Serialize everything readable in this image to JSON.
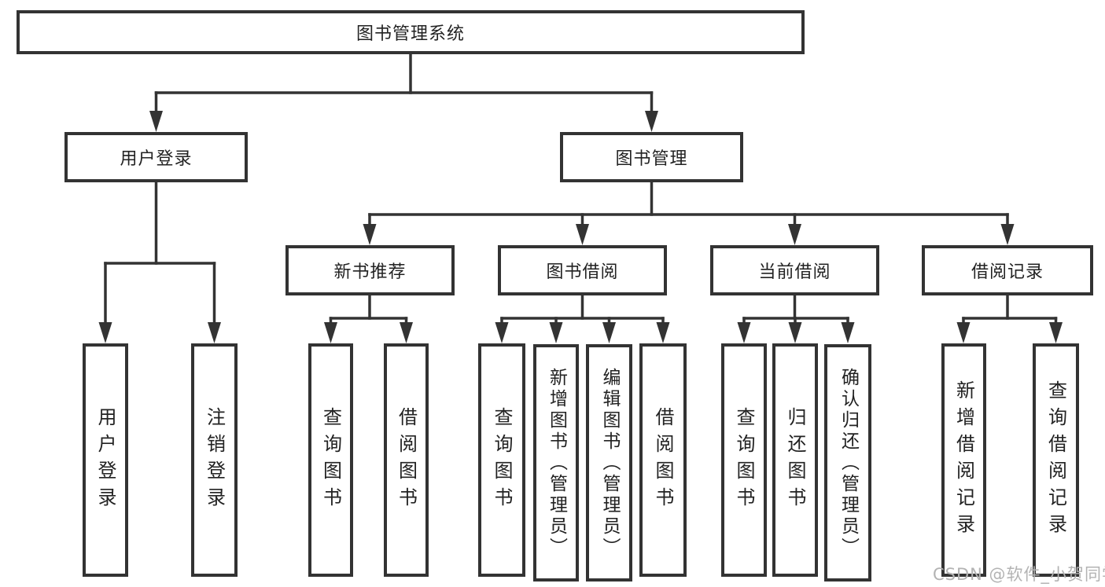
{
  "tree": {
    "root": "图书管理系统",
    "children": [
      {
        "label": "用户登录",
        "children": [
          {
            "label": "用户登录"
          },
          {
            "label": "注销登录"
          }
        ]
      },
      {
        "label": "图书管理",
        "children": [
          {
            "label": "新书推荐",
            "children": [
              {
                "label": "查询图书"
              },
              {
                "label": "借阅图书"
              }
            ]
          },
          {
            "label": "图书借阅",
            "children": [
              {
                "label": "查询图书"
              },
              {
                "label": "新增图书（管理员）"
              },
              {
                "label": "编辑图书（管理员）"
              },
              {
                "label": "借阅图书"
              }
            ]
          },
          {
            "label": "当前借阅",
            "children": [
              {
                "label": "查询图书"
              },
              {
                "label": "归还图书"
              },
              {
                "label": "确认归还（管理员）"
              }
            ]
          },
          {
            "label": "借阅记录",
            "children": [
              {
                "label": "新增借阅记录"
              },
              {
                "label": "查询借阅记录"
              }
            ]
          }
        ]
      }
    ]
  },
  "watermark": "CSDN @软件_小贺同学",
  "colors": {
    "line": "#333333",
    "box_border": "#333333",
    "text": "#222222",
    "watermark": "#b3b3b3",
    "background": "#ffffff"
  }
}
